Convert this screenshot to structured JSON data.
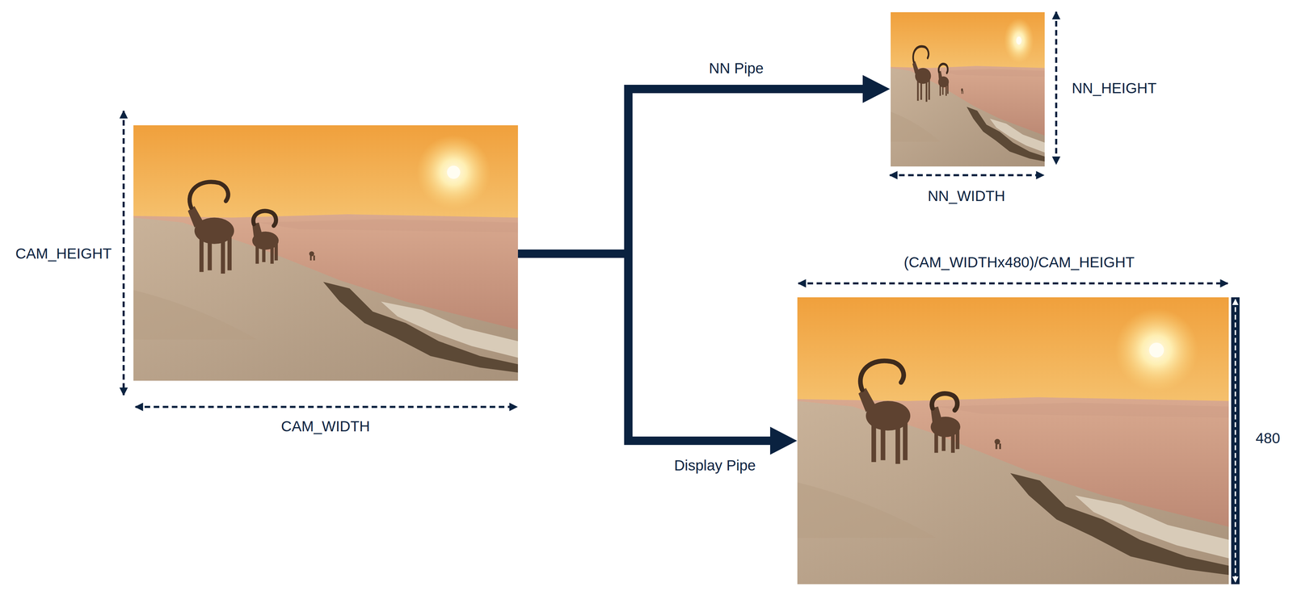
{
  "diagram": {
    "labels": [
      "CAM_HEIGHT",
      "CAM_WIDTH",
      "NN Pipe",
      "NN_HEIGHT",
      "NN_WIDTH",
      "(CAM_WIDTHx480)/CAM_HEIGHT",
      "Display Pipe",
      "480"
    ]
  }
}
